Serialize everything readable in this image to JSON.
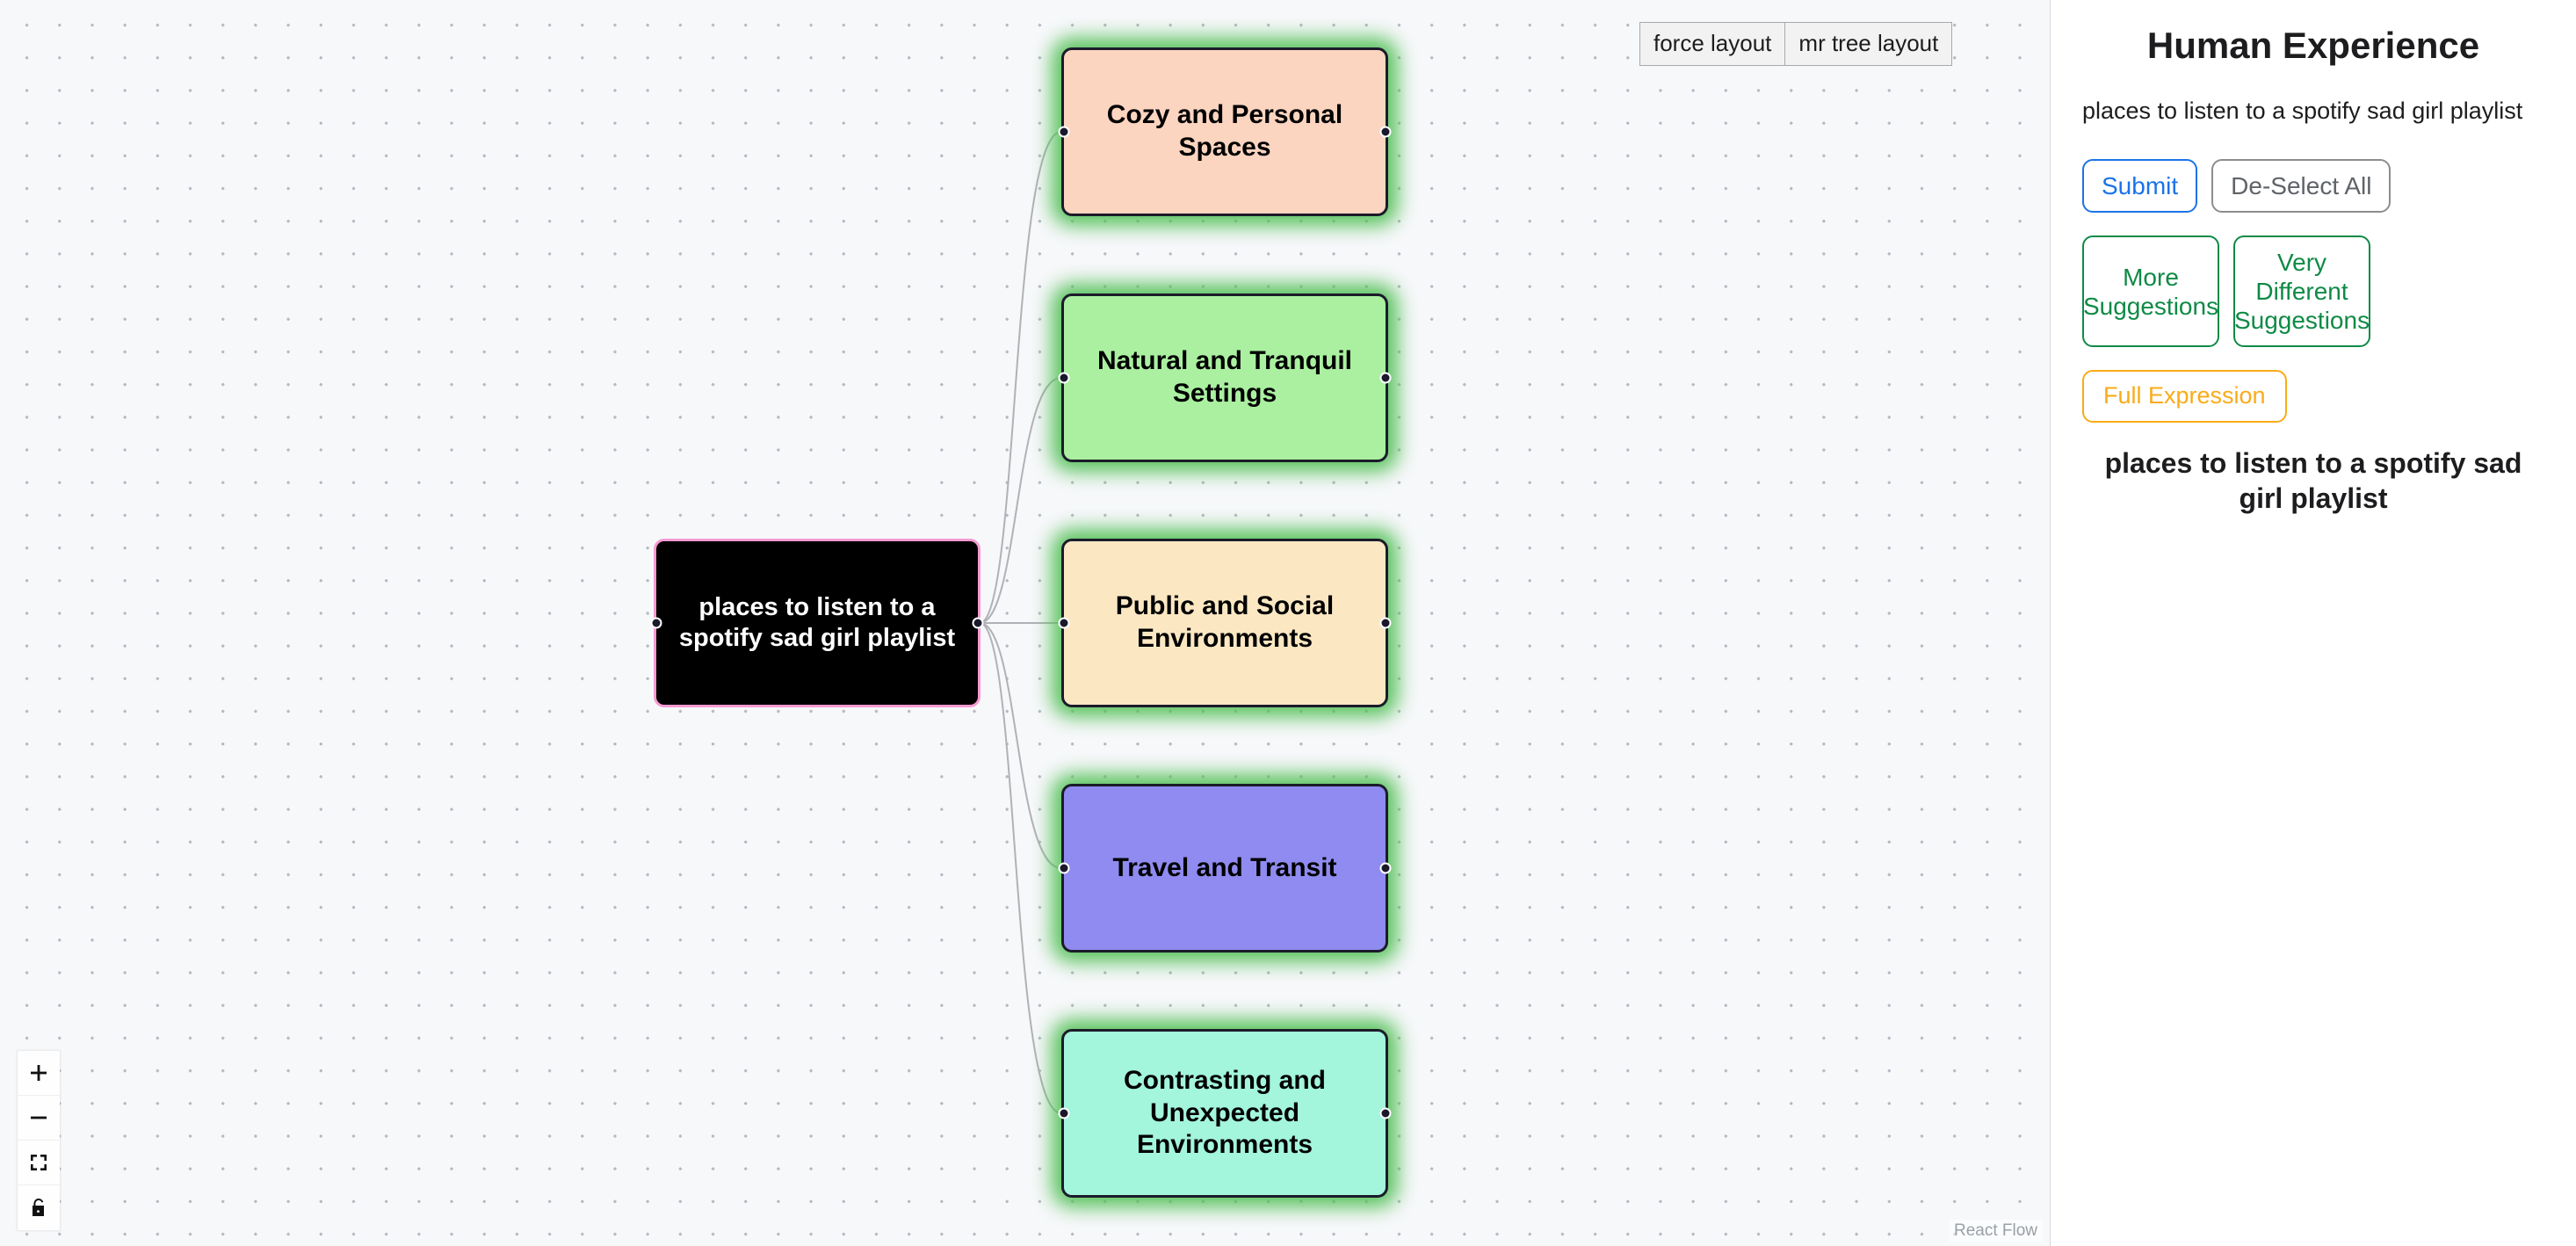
{
  "canvas": {
    "layout_toggle": [
      {
        "label": "force layout",
        "name": "force-layout-button"
      },
      {
        "label": "mr tree layout",
        "name": "mr-tree-layout-button"
      }
    ],
    "controls": [
      {
        "name": "zoom-in-button",
        "icon": "plus-icon"
      },
      {
        "name": "zoom-out-button",
        "icon": "minus-icon"
      },
      {
        "name": "fit-view-button",
        "icon": "fit-view-icon"
      },
      {
        "name": "lock-toggle-button",
        "icon": "unlock-icon"
      }
    ],
    "attribution": "React Flow",
    "root_node": {
      "label": "places to listen to a spotify sad girl playlist",
      "fill": "#000000",
      "text_color": "#ffffff",
      "border": "#f79ad3"
    },
    "nodes": [
      {
        "label": "Cozy and Personal Spaces",
        "fill": "#fcd5c0",
        "glow": "#4cbe50"
      },
      {
        "label": "Natural and Tranquil Settings",
        "fill": "#aaf0a0",
        "glow": "#4cbe50"
      },
      {
        "label": "Public and Social Environments",
        "fill": "#fbe8c3",
        "glow": "#4cbe50"
      },
      {
        "label": "Travel and Transit",
        "fill": "#8f8bf0",
        "glow": "#4cbe50"
      },
      {
        "label": "Contrasting and Unexpected Environments",
        "fill": "#a3f5dc",
        "glow": "#4cbe50"
      }
    ]
  },
  "sidebar": {
    "title": "Human Experience",
    "prompt": "places to listen to a spotify sad girl playlist",
    "submit_label": "Submit",
    "deselect_label": "De-Select All",
    "more_suggestions_label": "More Suggestions",
    "very_different_suggestions_label": "Very Different Suggestions",
    "full_expression_label": "Full Expression",
    "expression": "places to listen to a spotify sad girl playlist",
    "colors": {
      "submit": "#1a73e8",
      "deselect": "#5f6368",
      "suggestions": "#0f8a46",
      "full_expression": "#f9ab18"
    }
  }
}
